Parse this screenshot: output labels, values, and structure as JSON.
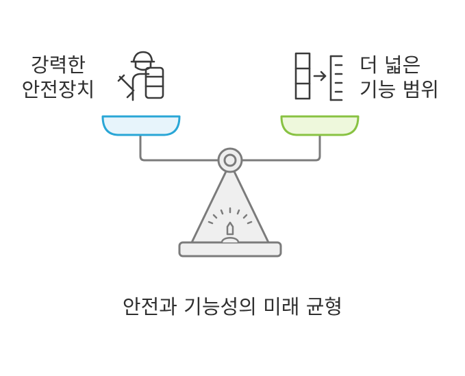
{
  "left_label": {
    "line1": "강력한",
    "line2": "안전장치"
  },
  "right_label": {
    "line1": "더 넓은",
    "line2": "기능 범위"
  },
  "caption": "안전과 기능성의 미래 균형",
  "icons": {
    "left": "security-guard-shield-icon",
    "right": "list-expand-arrow-icon"
  },
  "colors": {
    "stroke": "#7b7b7b",
    "text": "#2f2f2f",
    "left_pan_fill": "#e7f4fb",
    "left_pan_stroke": "#29a6d6",
    "right_pan_fill": "#eef8dc",
    "right_pan_stroke": "#88c242",
    "stand_fill": "#efefef",
    "pivot_fill": "#eeeeee"
  }
}
